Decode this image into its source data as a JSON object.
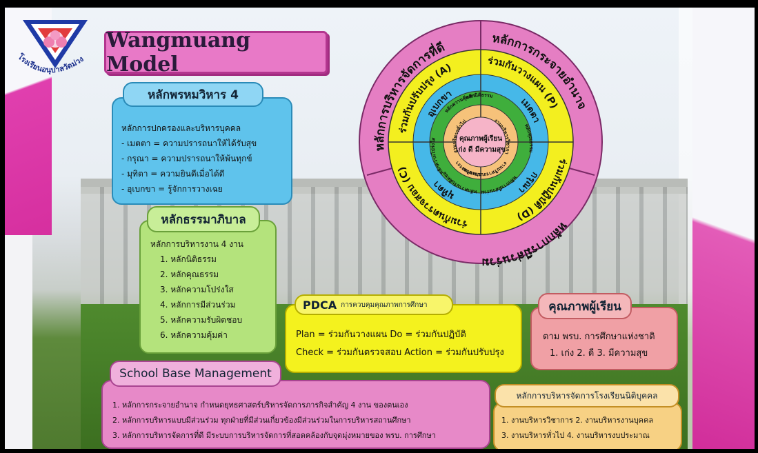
{
  "logo": {
    "text": "โรงเรียนอนุบาลวัดม่วง"
  },
  "title": "Wangmuang Model",
  "brahmavihara": {
    "heading": "หลักพรหมวิหาร 4",
    "items": [
      "หลักการปกครองและบริหารบุคคล",
      "- เมตตา = ความปรารถนาให้ได้รับสุข",
      "- กรุณา = ความปรารถนาให้พ้นทุกข์",
      "- มุทิตา = ความยินดีเมื่อได้ดี",
      "- อุเบกขา = รู้จักการวางเฉย"
    ]
  },
  "good_governance": {
    "heading": "หลักธรรมาภิบาล",
    "intro": "หลักการบริหารงาน 4 งาน",
    "items": [
      "1. หลักนิติธรรม",
      "2. หลักคุณธรรม",
      "3. หลักความโปร่งใส",
      "4. หลักการมีส่วนร่วม",
      "5. หลักความรับผิดชอบ",
      "6. หลักความคุ้มค่า"
    ]
  },
  "pdca": {
    "heading": "PDCA",
    "subheading": "การควบคุมคุณภาพการศึกษา",
    "line1": "Plan = ร่วมกันวางแผน   Do = ร่วมกันปฏิบัติ",
    "line2": "Check = ร่วมกันตรวจสอบ  Action = ร่วมกันปรับปรุง"
  },
  "learner_quality": {
    "heading": "คุณภาพผู้เรียน",
    "line1": "ตาม พรบ. การศึกษาแห่งชาติ",
    "line2": "1. เก่ง    2. ดี  3. มีความสุข"
  },
  "sbm": {
    "heading": "School Base Management",
    "items": [
      "1. หลักการกระจายอำนาจ กำหนดยุทธศาสตร์บริหารจัดการภารกิจสำคัญ 4 งาน ของตนเอง",
      "2. หลักการบริหารแบบมีส่วนร่วม ทุกฝ่ายที่มีส่วนเกี่ยวข้องมีส่วนร่วมในการบริหารสถานศึกษา",
      "3. หลักการบริหารจัดการที่ดี มีระบบการบริหารจัดการที่สอดคล้องกับจุดมุ่งหมายของ พรบ. การศึกษา"
    ]
  },
  "juristic": {
    "heading": "หลักการบริหารจัดการโรงเรียนนิติบุคคล",
    "line1": "1. งานบริหารวิชาการ  2. งานบริหารงานบุคคล",
    "line2": "3. งานบริหารทั่วไป     4. งานบริหารงบประมาณ"
  },
  "wheel": {
    "center_line1": "คุณภาพผู้เรียน",
    "center_line2": "เก่ง ดี มีความสุข",
    "outer": [
      "หลักการบริหารจัดการที่ดี",
      "หลักการกระจายอำนาจ",
      "หลักการมีส่วนร่วม"
    ],
    "pdca_ring": [
      "ร่วมกันปรับปรุง (A)",
      "ร่วมกันวางแผน (P)",
      "ร่วมกันปฏิบัติ (D)",
      "ร่วมกันตรวจสอบ (C)"
    ],
    "brahma_ring": [
      "อุเบกขา",
      "เมตตา",
      "กรุณา",
      "มุทิตา"
    ],
    "governance_ring": [
      "หลักนิติธรรม",
      "หลักคุณธรรม",
      "หลักความคุ้มค่า",
      "หลักความโปร่งใส",
      "หลักการมีส่วนร่วม",
      "หลักความรับผิดชอบ"
    ],
    "admin_ring": [
      "งานบริหารทั่วไป",
      "งานบริหารวิชาการ",
      "งานบริหารงานบุคคล",
      "งานบริหารงบประมาณ"
    ],
    "colors": {
      "outer": "#e57ec3",
      "yellow": "#f3ef1f",
      "blue": "#46b8e8",
      "green": "#3fae3c",
      "inner": "#f6c27a",
      "center": "#f6b4c8"
    }
  }
}
